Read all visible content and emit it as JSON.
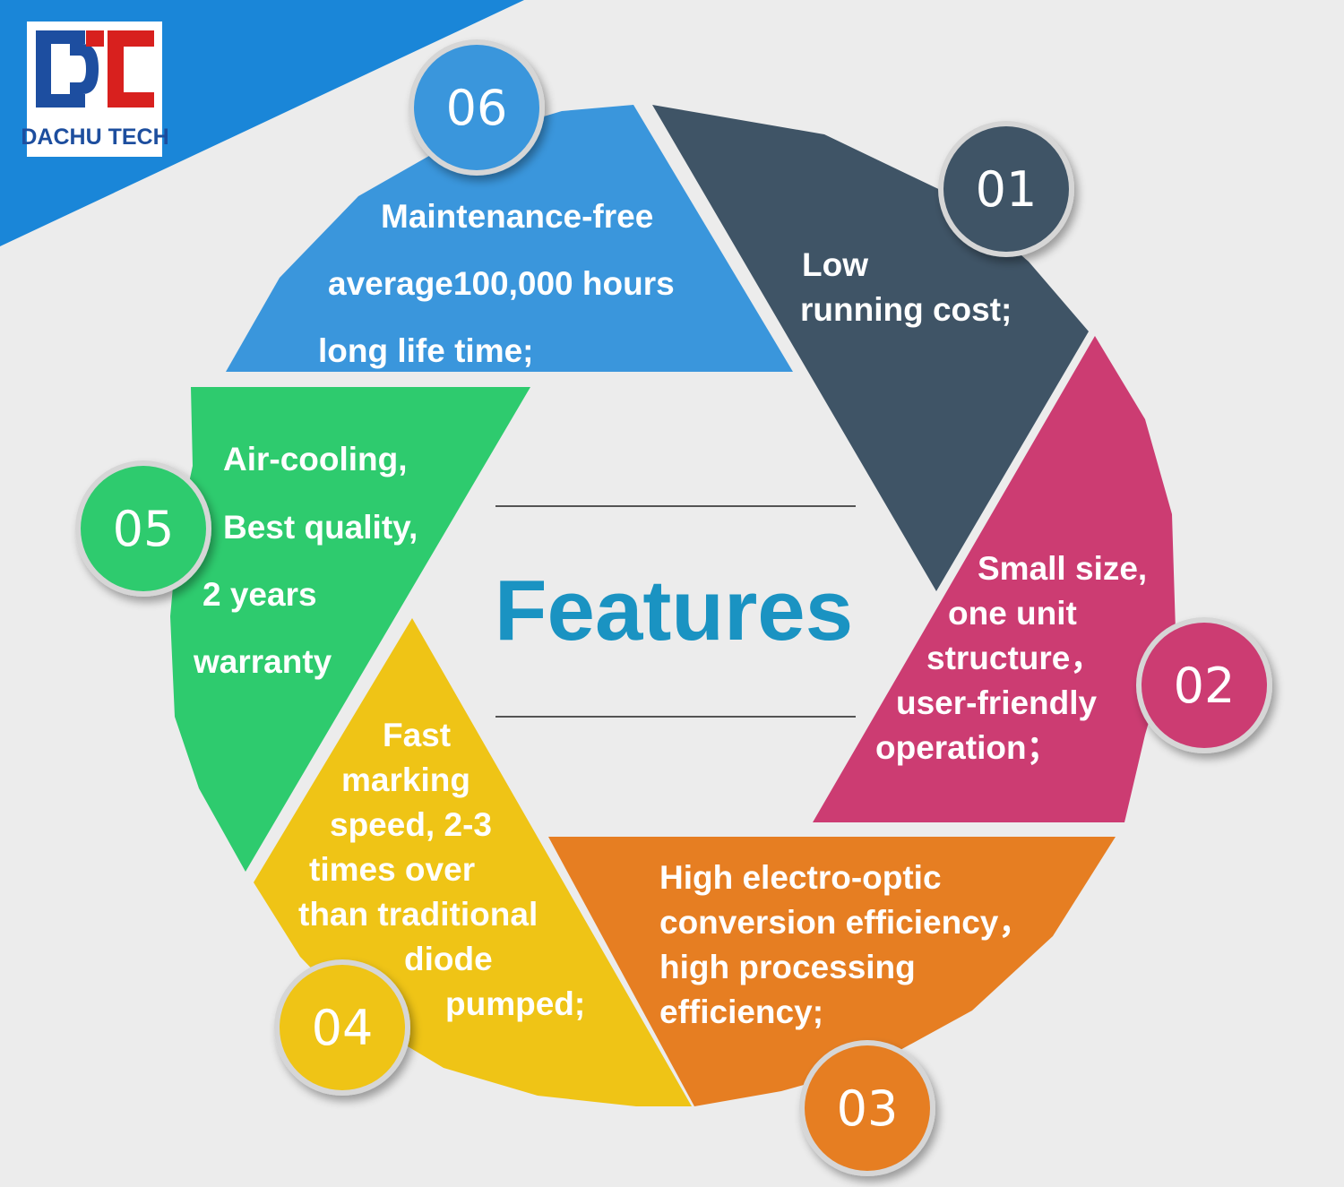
{
  "logo": {
    "text": "DACHU TECH",
    "colors": {
      "blue": "#1d4ea0",
      "red": "#d8201e"
    }
  },
  "title": "Features",
  "colors": {
    "background": "#ececec",
    "corner_band": "#1a86d8",
    "title": "#1a93c2"
  },
  "segments": [
    {
      "number": "01",
      "color": "#3f5466",
      "lines": [
        "Low",
        "running cost;"
      ]
    },
    {
      "number": "02",
      "color": "#cc3c72",
      "lines": [
        "Small size,",
        "one unit",
        "structure，",
        "user-friendly",
        "operation；"
      ]
    },
    {
      "number": "03",
      "color": "#e67e22",
      "lines": [
        "High electro-optic",
        "conversion efficiency，",
        "high processing",
        "efficiency;"
      ]
    },
    {
      "number": "04",
      "color": "#efc416",
      "lines": [
        "Fast",
        "marking",
        "speed, 2-3",
        "times over",
        "than traditional",
        "diode",
        "pumped;"
      ]
    },
    {
      "number": "05",
      "color": "#2ecb6e",
      "lines": [
        "Air-cooling,",
        "Best quality,",
        "2 years",
        "warranty"
      ]
    },
    {
      "number": "06",
      "color": "#3a96dc",
      "lines": [
        "Maintenance-free",
        "average100,000 hours",
        "long life time;"
      ]
    }
  ]
}
